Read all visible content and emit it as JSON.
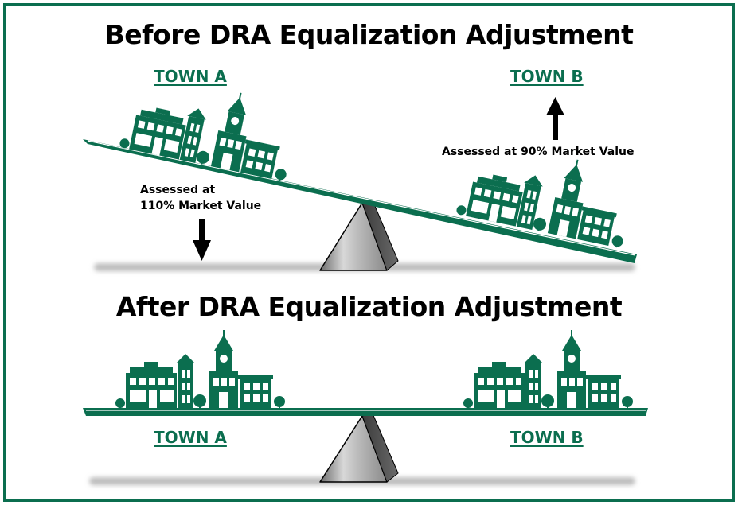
{
  "before": {
    "title": "Before DRA Equalization Adjustment",
    "town_a_label": "TOWN A",
    "town_b_label": "TOWN B",
    "town_a_note_line1": "Assessed at",
    "town_a_note_line2": "110% Market Value",
    "town_b_note": "Assessed at 90% Market Value"
  },
  "after": {
    "title": "After DRA Equalization Adjustment",
    "town_a_label": "TOWN A",
    "town_b_label": "TOWN B"
  },
  "colors": {
    "accent_green": "#0b6e4f",
    "border_green": "#0b6e4f"
  },
  "icons": {
    "town": "town-skyline-icon",
    "fulcrum": "fulcrum-triangle-icon",
    "arrow_down": "arrow-down-icon",
    "arrow_up": "arrow-up-icon"
  }
}
